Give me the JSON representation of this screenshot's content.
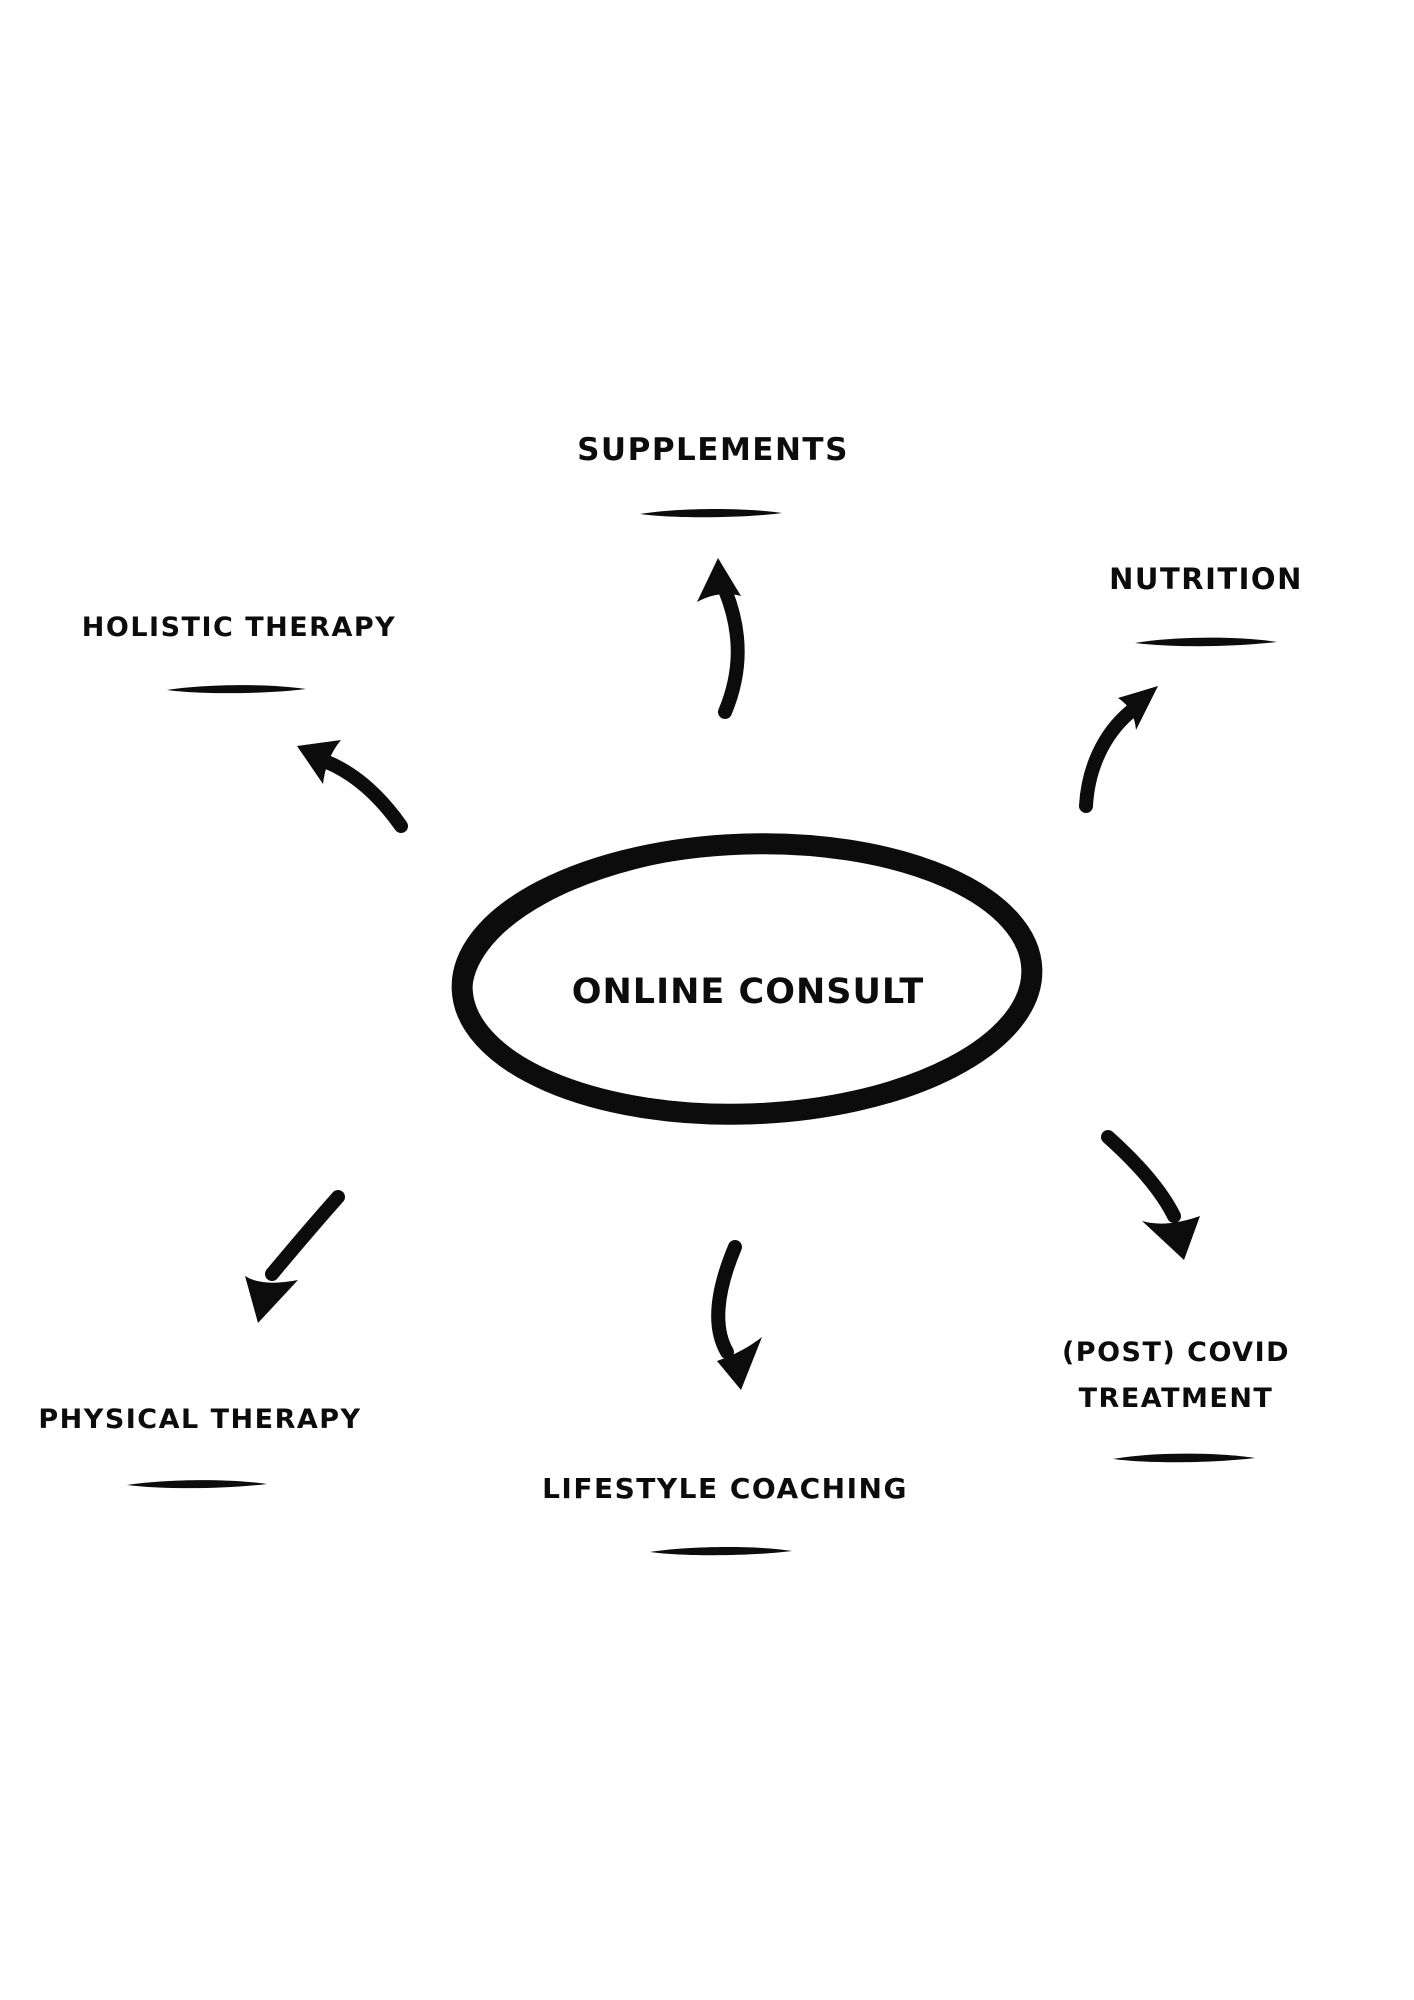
{
  "canvas": {
    "background": "#ffffff",
    "ink": "#0c0c0c"
  },
  "center_node": {
    "label": "ONLINE CONSULT"
  },
  "nodes": {
    "supplements": {
      "label": "SUPPLEMENTS"
    },
    "nutrition": {
      "label": "NUTRITION"
    },
    "holistic_therapy": {
      "label": "HOLISTIC THERAPY"
    },
    "physical_therapy": {
      "label": "PHYSICAL THERAPY"
    },
    "lifestyle_coaching": {
      "label": "LIFESTYLE COACHING"
    },
    "post_covid_treatment": {
      "label_line1": "(POST) COVID",
      "label_line2": "TREATMENT"
    }
  },
  "arrows": [
    {
      "from": "center",
      "to": "supplements"
    },
    {
      "from": "center",
      "to": "nutrition"
    },
    {
      "from": "center",
      "to": "holistic_therapy"
    },
    {
      "from": "center",
      "to": "physical_therapy"
    },
    {
      "from": "center",
      "to": "lifestyle_coaching"
    },
    {
      "from": "center",
      "to": "post_covid_treatment"
    }
  ]
}
